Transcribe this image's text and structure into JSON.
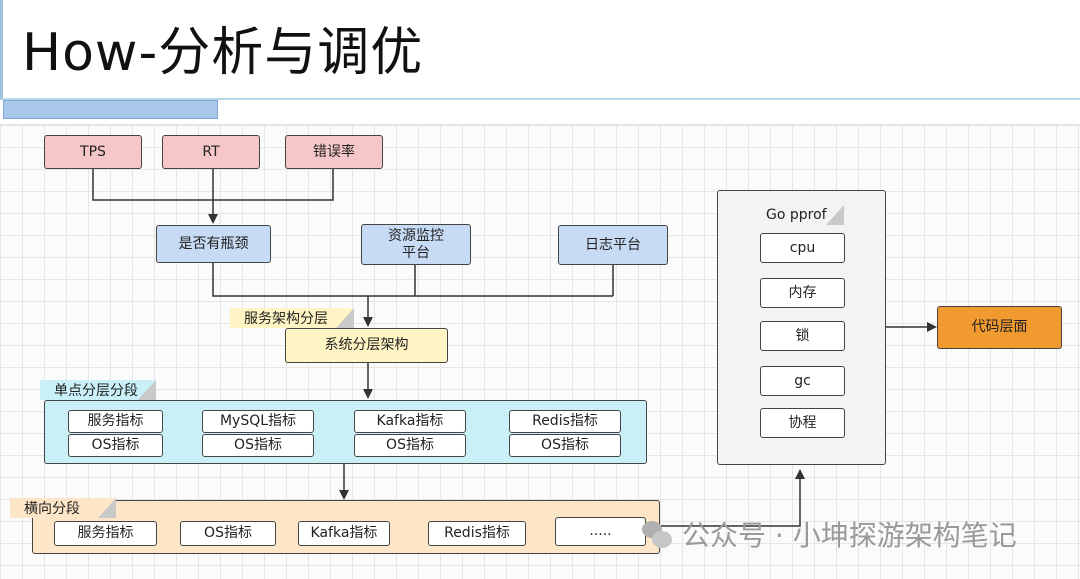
{
  "title": "How-分析与调优",
  "metrics": {
    "tps": "TPS",
    "rt": "RT",
    "error_rate": "错误率"
  },
  "bottleneck": "是否有瓶颈",
  "resource_monitor": "资源监控平台",
  "log_platform": "日志平台",
  "service_arch_tag": "服务架构分层",
  "system_arch": "系统分层架构",
  "single_point": {
    "tag": "单点分层分段",
    "columns": [
      {
        "top": "服务指标",
        "bottom": "OS指标"
      },
      {
        "top": "MySQL指标",
        "bottom": "OS指标"
      },
      {
        "top": "Kafka指标",
        "bottom": "OS指标"
      },
      {
        "top": "Redis指标",
        "bottom": "OS指标"
      }
    ]
  },
  "horizontal": {
    "tag": "横向分段",
    "items": [
      "服务指标",
      "OS指标",
      "Kafka指标",
      "Redis指标",
      "....."
    ]
  },
  "pprof": {
    "tag": "Go pprof",
    "items": [
      "cpu",
      "内存",
      "锁",
      "gc",
      "协程"
    ]
  },
  "code_level": "代码层面",
  "watermark": "公众号 · 小坤探游架构笔记"
}
